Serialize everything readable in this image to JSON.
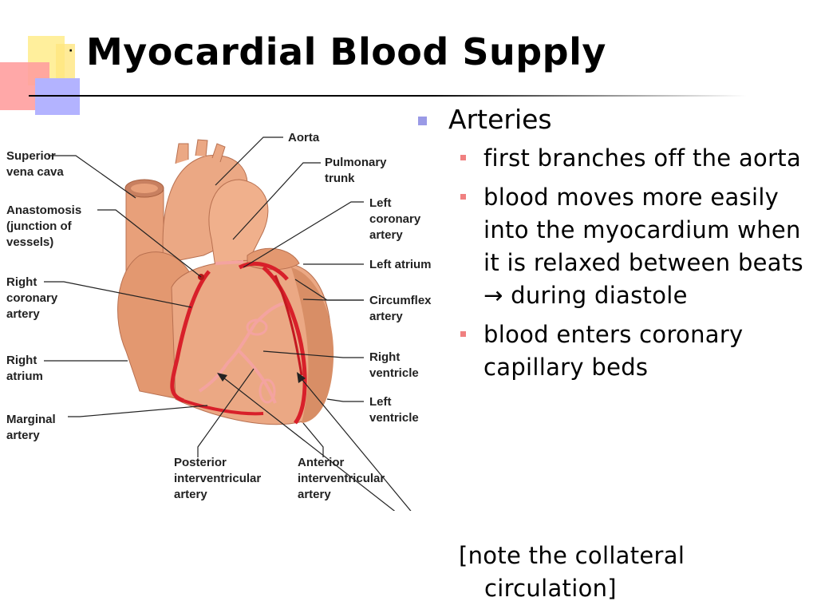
{
  "slide": {
    "title": "Myocardial Blood Supply",
    "bullets": {
      "main": "Arteries",
      "items": [
        "first branches off the aorta",
        "blood moves more easily into the myocardium when it is relaxed between beats → during diastole",
        "blood enters coronary capillary beds"
      ]
    },
    "note": [
      "[note the collateral",
      "circulation]"
    ]
  },
  "diagram": {
    "labels": {
      "aorta": "Aorta",
      "pulmonary_1": "Pulmonary",
      "pulmonary_2": "trunk",
      "svc_1": "Superior",
      "svc_2": "vena cava",
      "anast_1": "Anastomosis",
      "anast_2": "(junction of",
      "anast_3": "vessels)",
      "lca_1": "Left",
      "lca_2": "coronary",
      "lca_3": "artery",
      "la": "Left atrium",
      "rca_1": "Right",
      "rca_2": "coronary",
      "rca_3": "artery",
      "circ_1": "Circumflex",
      "circ_2": "artery",
      "ra_1": "Right",
      "ra_2": "atrium",
      "rv_1": "Right",
      "rv_2": "ventricle",
      "lv_1": "Left",
      "lv_2": "ventricle",
      "marg_1": "Marginal",
      "marg_2": "artery",
      "piv_1": "Posterior",
      "piv_2": "interventricular",
      "piv_3": "artery",
      "aiv_1": "Anterior",
      "aiv_2": "interventricular",
      "aiv_3": "artery"
    },
    "colors": {
      "heart": "#e9a47e",
      "heart_dark": "#c97c57",
      "artery": "#d8202a",
      "vessel_pale": "#f4a3a0"
    }
  }
}
